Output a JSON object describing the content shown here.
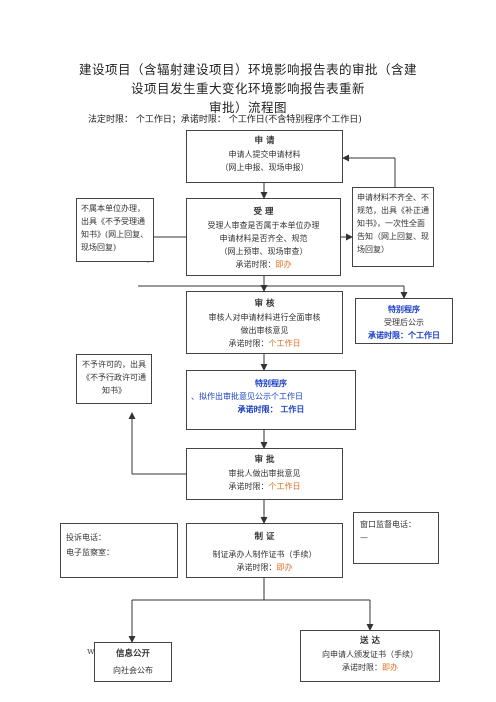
{
  "header": {
    "title_line1": "建设项目（含辐射建设项目）环境影响报告表的审批（含建",
    "title_line2": "设项目发生重大变化环境影响报告表重新",
    "title_line3": "审批）流程图",
    "time_limits": "法定时限：   个工作日；承诺时限：   个工作日(不含特别程序个工作日)"
  },
  "nodes": {
    "apply": {
      "title": "申  请",
      "line1": "申请人提交申请材料",
      "line2": "（网上申报、现场申报）"
    },
    "not_unit": {
      "text": "不属本单位办理，出具《不予受理通知书》(网上回复、现场回复)"
    },
    "accept": {
      "title": "受  理",
      "line1": "受理人审查是否属于本单位办理",
      "line2": "申请材料是否齐全、规范",
      "line3": "（网上预审、现场审查）",
      "promise_label": "承诺时限：",
      "promise_value": "即办"
    },
    "incomplete": {
      "text": "申请材料不齐全、不规范，出具《补正通知书》，一次性全面告知（网上回复、现场回复）"
    },
    "review": {
      "title": "审  核",
      "line1": "审核人对申请材料进行全面审核",
      "line2": "做出审核意见",
      "promise_label": "承诺时限：",
      "promise_value": "个工作日"
    },
    "special1": {
      "title": "特别程序",
      "line1": "受理后公示",
      "line2": "承诺时限：个工作日"
    },
    "not_permit": {
      "text": "不予许可的，出具《不予行政许可通知书》"
    },
    "special2": {
      "title": "特别程序",
      "line1": "、拟作出审批意见公示个工作日",
      "line2": "承诺时限：   工作日"
    },
    "approve": {
      "title": "审  批",
      "line1": "审批人做出审批意见",
      "promise_label": "承诺时限：",
      "promise_value": "个工作日"
    },
    "complaint": {
      "line1": "投诉电话：",
      "line2": "电子监察室："
    },
    "certify": {
      "title": "制  证",
      "line1": "制证承办人制作证书（手续）",
      "promise_label": "承诺时限：",
      "promise_value": "即办"
    },
    "window": {
      "line1": "窗口监督电话：",
      "line2": "—"
    },
    "publish": {
      "title": "信息公开",
      "line1": "向社会公布"
    },
    "deliver": {
      "title": "送  达",
      "line1": "向申请人颁发证书（手续）",
      "promise_label": "承诺时限：",
      "promise_value": "即办"
    },
    "watermark": {
      "text": "w"
    }
  }
}
